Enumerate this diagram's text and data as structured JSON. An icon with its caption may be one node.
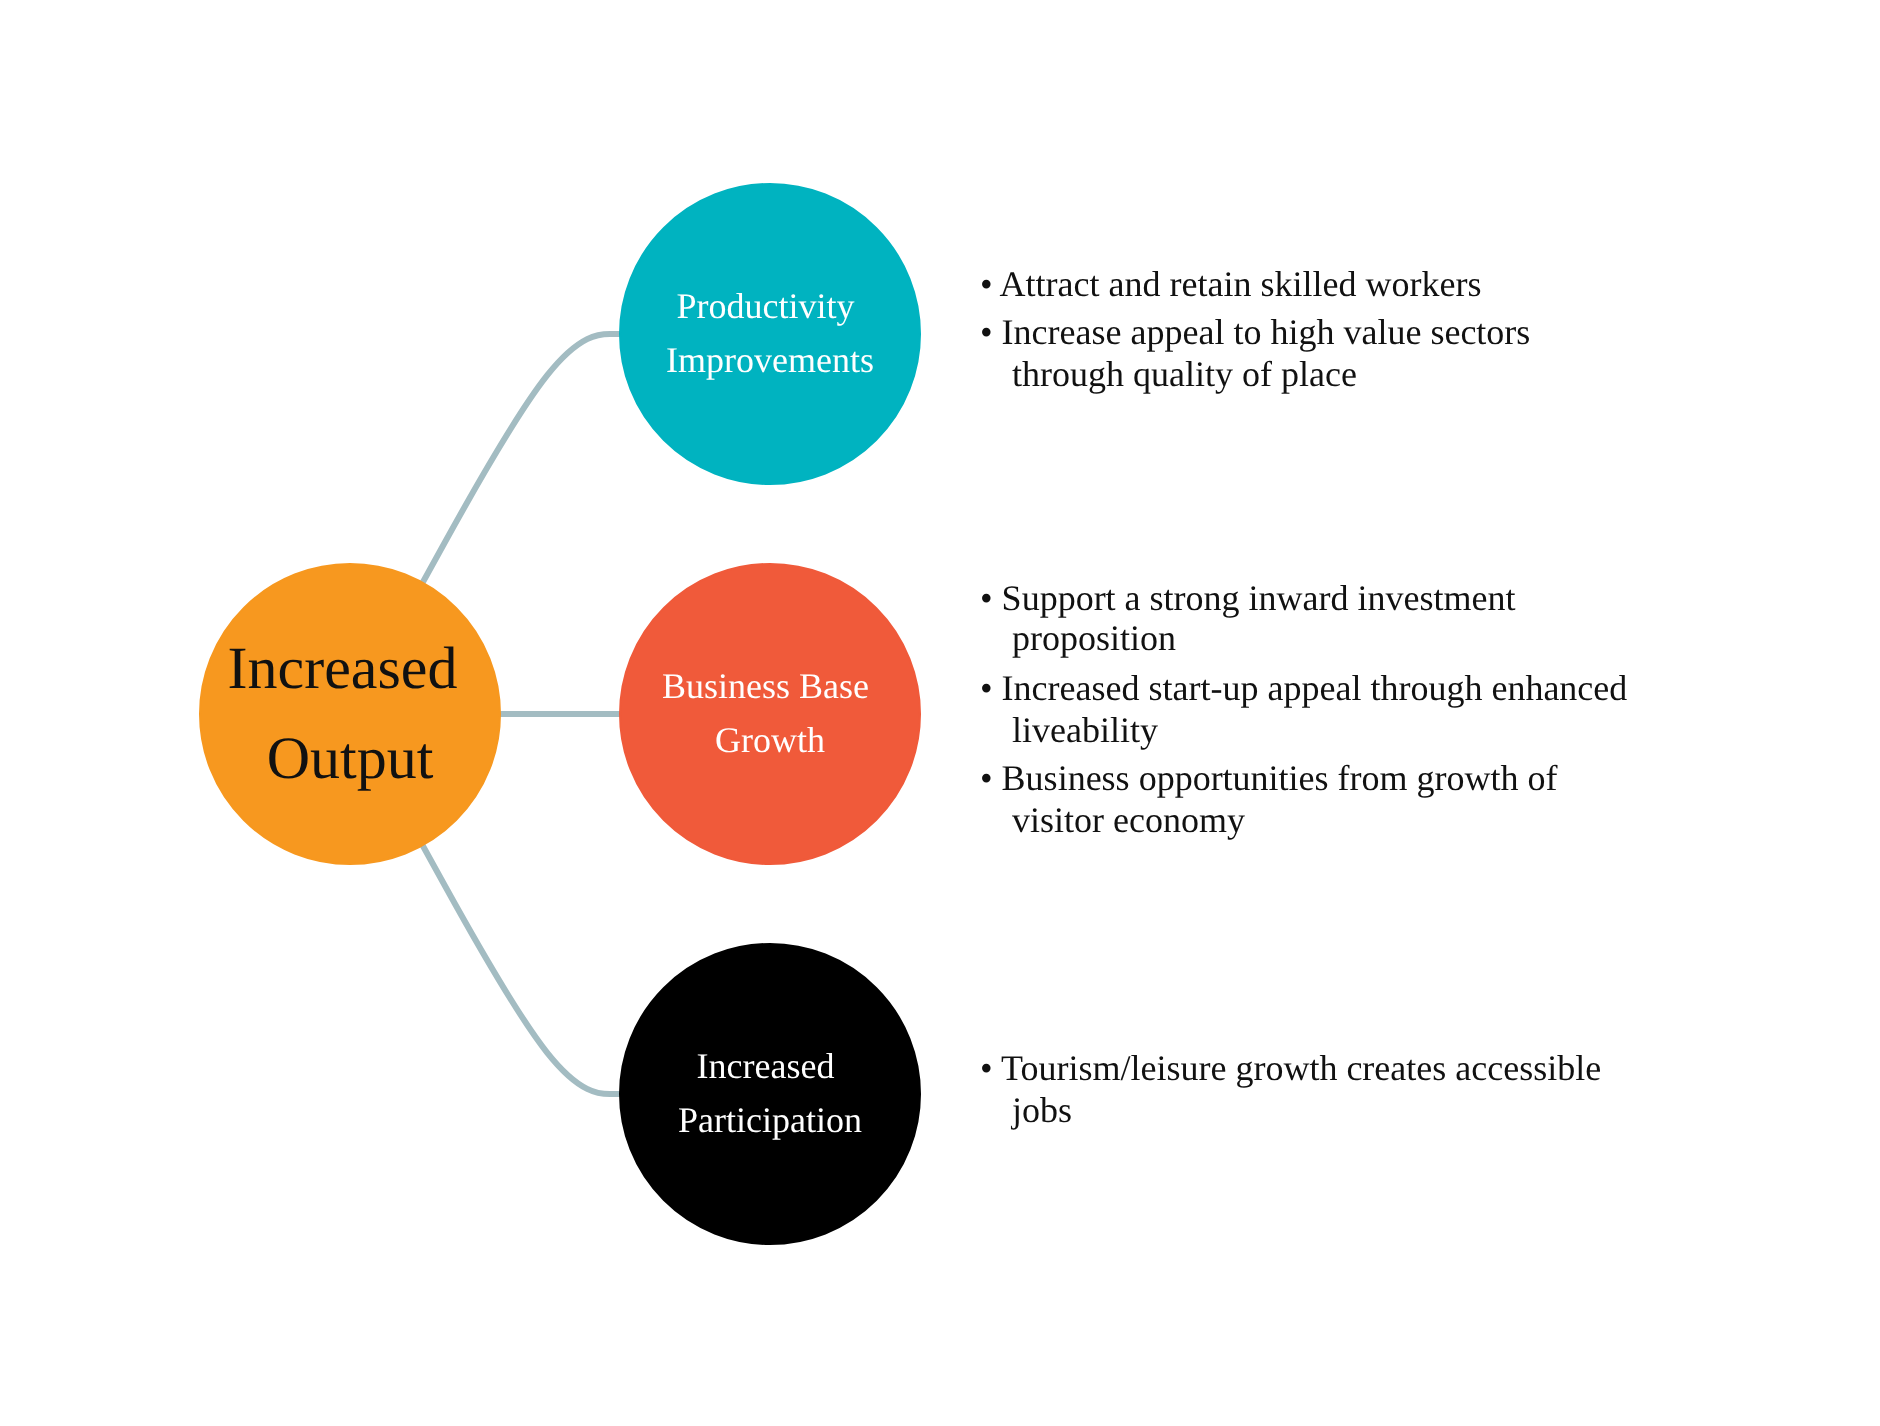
{
  "diagram": {
    "nodes": [
      {
        "text": [
          "Increased Output"
        ]
      },
      {
        "text": [
          "Productivity Improvements"
        ],
        "beside": [
          "• Attract and retain skilled workers",
          "• Increase appeal to high value sectors through quality of place"
        ]
      },
      {
        "text": [
          "Business Base Growth"
        ],
        "beside": [
          "• Support a strong inward investment proposition",
          "• Increased start-up appeal through enhanced liveability",
          "• Business opportunities from growth of visitor economy"
        ]
      },
      {
        "text": [
          "Increased Participation"
        ],
        "beside": [
          "• Tourism/leisure growth creates accessible jobs"
        ]
      }
    ],
    "edges": [
      {
        "from": 0,
        "to": 1,
        "arrow": "none"
      },
      {
        "from": 0,
        "to": 2,
        "arrow": "none"
      },
      {
        "from": 0,
        "to": 3,
        "arrow": "none"
      }
    ]
  }
}
